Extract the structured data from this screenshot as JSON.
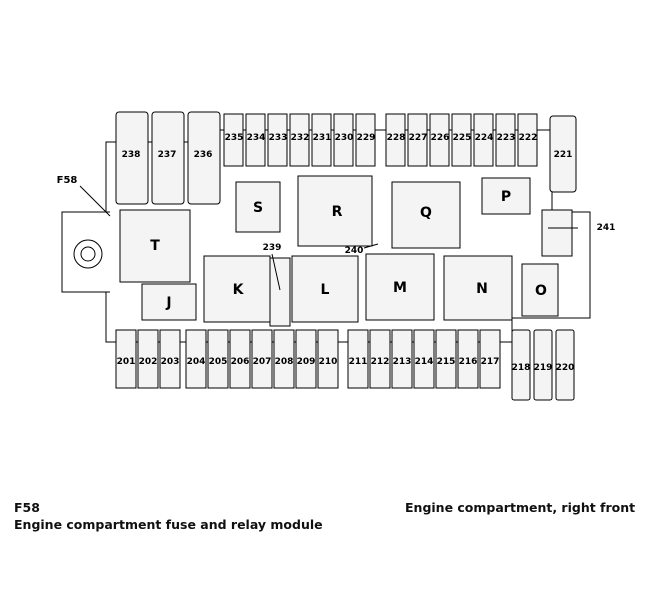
{
  "component": {
    "code": "F58",
    "description": "Engine compartment fuse and relay module",
    "location": "Engine compartment, right front"
  },
  "diagram": {
    "callout_label": "F58",
    "top_fuses": [
      "238",
      "237",
      "236",
      "235",
      "234",
      "233",
      "232",
      "231",
      "230",
      "229",
      "228",
      "227",
      "226",
      "225",
      "224",
      "223",
      "222",
      "221"
    ],
    "relays_letters": [
      "T",
      "S",
      "R",
      "Q",
      "P",
      "K",
      "L",
      "M",
      "N",
      "O",
      "J"
    ],
    "small_labels": [
      "239",
      "240",
      "241"
    ],
    "bottom_fuses": [
      "201",
      "202",
      "203",
      "204",
      "205",
      "206",
      "207",
      "208",
      "209",
      "210",
      "211",
      "212",
      "213",
      "214",
      "215",
      "216",
      "217",
      "218",
      "219",
      "220"
    ]
  }
}
